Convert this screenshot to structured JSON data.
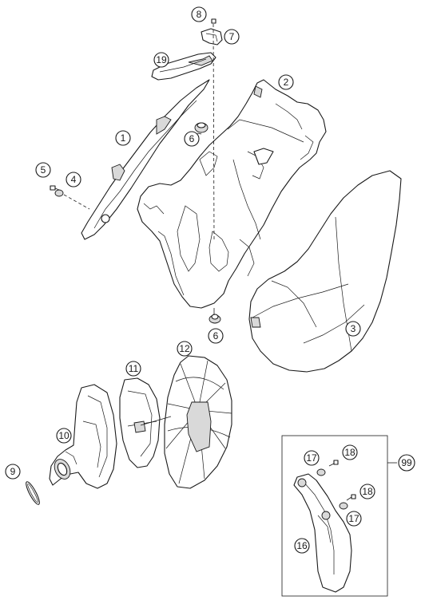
{
  "callouts": [
    {
      "id": "c8",
      "label": "8"
    },
    {
      "id": "c7",
      "label": "7"
    },
    {
      "id": "c19",
      "label": "19"
    },
    {
      "id": "c2",
      "label": "2"
    },
    {
      "id": "c1",
      "label": "1"
    },
    {
      "id": "c6a",
      "label": "6"
    },
    {
      "id": "c5",
      "label": "5"
    },
    {
      "id": "c4",
      "label": "4"
    },
    {
      "id": "c6b",
      "label": "6"
    },
    {
      "id": "c3",
      "label": "3"
    },
    {
      "id": "c12",
      "label": "12"
    },
    {
      "id": "c11",
      "label": "11"
    },
    {
      "id": "c10",
      "label": "10"
    },
    {
      "id": "c9",
      "label": "9"
    },
    {
      "id": "c17a",
      "label": "17"
    },
    {
      "id": "c18a",
      "label": "18"
    },
    {
      "id": "c99",
      "label": "99"
    },
    {
      "id": "c18b",
      "label": "18"
    },
    {
      "id": "c17b",
      "label": "17"
    },
    {
      "id": "c16",
      "label": "16"
    }
  ]
}
